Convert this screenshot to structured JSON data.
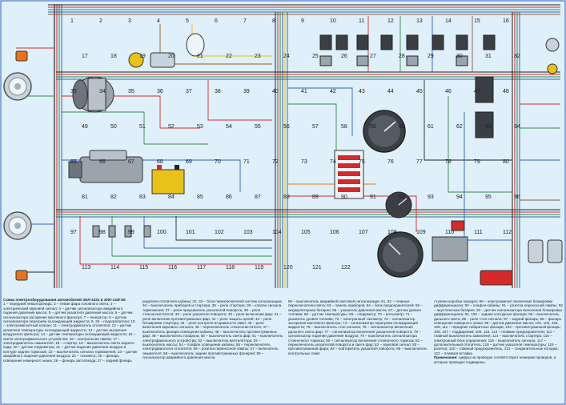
{
  "title": "Схема электрооборудования автомобилей ЗИЛ-4331 и ЗИЛ-133Г40:",
  "legend_col1": "1 – передний левый фонарь; 2 – левая фара головного света; 3 – электрический звуковой сигнал; 4 – датчик сигнализатора аварийного падения давления масла; 5 – датчик указателя давления масла; 6 – датчик сигнализатора засорения масляного фильтра; 7 – генератор; 8 – датчик сигнализатора перегрева охлаждающей жидкости; 9, 26 – подогреватели; 10 – электромагнитный клапан; 11 – электродвигатель отопителя; 12 – датчик указателя температуры охлаждающей жидкости; 13 – датчик засорения воздушного фильтра; 14 – датчик температуры охлаждающей жидкости; 15 – свечи электрофакельного устройства; 16 – контрольная лампа; 17 – электродвигатель омывателя; 18 – стартер; 19 – выключатель света заднего хода; 20 – датчик спидометра; 21 – датчик падения давления воздуха в контуре задних тормозов; 22 – выключатель сигнала торможения; 23 – датчик аварийного падения давления воздуха; 24 – тахометр; 25 – фонарь освещения номерного знака; 26 – фонарь автопоезда; 27 – задний фонарь",
  "legend_col2": "родителя отопителя кабины; 32, 33 – блок переключателей систем сигнализации; 34 – выключатель приборов и стартера; 35 – реле стартера; 36 – клапан сигнала торможения; 37 – реле-прерыватель указателей поворота; 38 – реле стеклоочистителя; 39 – реле указателя поворота; 40 – реле включения фар; 41 – реле включения противотуманных фар; 42 – реле защиты цепей; 43 – реле блокировки стартера; 44 – реле контроля исправности ламп; 45 – реле включения звукового сигнала; 46 – переключатель стеклоочистителя; 47 – выключатель фонаря освещения кабины; 48 – выключатель противотуманных фар; 49 – выключатель плафона; 50 – выключатель света фар; 51 – выключатель электрофакельного устройства; 52 – выключатель вентилятора; 53 – выключатель массы; 54 – плафон освещения кабины; 55 – переключатель электродвигателя отопителя; 56 – розетка переносной лампы; 57 – включатель омывателя; 58 – выключатель задних противотуманных фонарей; 59 – сигнализатор аварийного давления масла",
  "legend_col3": "60 – выключатель аварийной световой сигнализации; 61, 62 – главные переключатели света; 63 – панель приборов; 64 – блок предохранителей; 65 – аккумуляторная батарея; 66 – указатель давления масла; 67 – датчик уровня топлива; 68 – датчик температуры; 69 – спидометр; 70 – вольтметр; 71 – указатель уровня топлива; 72 – электронный тахометр; 73 – сигнализатор засорения масляного фильтра; 74 – сигнализатор перегрева охлаждающей жидкости; 75 – выключатель стоп-сигнала; 76 – сигнализатор включения дальнего света фар; 77 – сигнализатор включения указателей поворота; 78 – сигнализатор падения давления воздуха; 79 – выключатель сигнализатора стояночного тормоза; 80 – сигнализатор включения стояночного тормоза; 81 – переключатель указателей поворота и света фар; 82 – звуковой сигнал; 83 – противотуманная фара; 84 – повторитель указателя поворота; 85 – выключатель контрольных ламп",
  "legend_col4": "ступени коробки передач; 89 – электромагнит включения блокировки дифференциала; 90 – плафон кабины; 91 – розетка переносной лампы; 92 – акустическая батарея; 93 – датчик сигнализатора включения блокировки дифференциала; 94, 100 – задние контурные фонари; 95 – выключатель дальнего света; 96 – реле стоп-сигнала; 97 – задний фонарь; 98 – фонарь освещения номерного знака; 99 – датчик давления масла; 101, 102, 103, 108, 111 – передние габаритные фонари; 104 – противотуманный фонарь; 106, 107 – подфарники; 109, 110, 113 – плавкие предохранители; 112 – главный выключатель зажигания; 114 – выключатель стартера; 115 – электронный блок управления; 116 – выключатель сигнала; 117 – дополнительный отопитель; 118 – датчик указателя температуры; 119 – розетка; 120 – главный предохранитель; 121 – соединительные колодки; 122 – плавкая вставка",
  "note_label": "Примечание:",
  "note_text": "цифры на проводах соответствуют номерам проводов, и которые проводах подведены.",
  "colors": {
    "background": "#dff0fb",
    "wire_red": "#d42a2a",
    "wire_green": "#2e8b3e",
    "wire_blue": "#2f5fb8",
    "wire_black": "#222222",
    "wire_brown": "#8a5a2b",
    "wire_yellow": "#e8c21b",
    "wire_orange": "#e8731f",
    "component_grey": "#9aa4ad",
    "dark_component": "#3b3f44",
    "lamp_chrome": "#c7d3dc"
  },
  "component_labels": [
    "1",
    "2",
    "3",
    "4",
    "5",
    "6",
    "7",
    "8",
    "9",
    "10",
    "11",
    "12",
    "13",
    "14",
    "15",
    "16",
    "17",
    "18",
    "19",
    "20",
    "21",
    "22",
    "23",
    "24",
    "25",
    "26",
    "27",
    "28",
    "29",
    "30",
    "31",
    "32",
    "33",
    "34",
    "35",
    "36",
    "37",
    "38",
    "39",
    "40",
    "41",
    "42",
    "43",
    "44",
    "45",
    "46",
    "47",
    "48",
    "49",
    "50",
    "51",
    "52",
    "53",
    "54",
    "55",
    "56",
    "57",
    "58",
    "59",
    "60",
    "61",
    "62",
    "63",
    "64",
    "65",
    "66",
    "67",
    "68",
    "69",
    "70",
    "71",
    "72",
    "73",
    "74",
    "75",
    "76",
    "77",
    "78",
    "79",
    "80",
    "81",
    "82",
    "83",
    "84",
    "85",
    "86",
    "87",
    "88",
    "89",
    "90",
    "91",
    "92",
    "93",
    "94",
    "95",
    "96",
    "97",
    "98",
    "99",
    "100",
    "101",
    "102",
    "103",
    "104",
    "105",
    "106",
    "107",
    "108",
    "109",
    "110",
    "111",
    "112",
    "113",
    "114",
    "115",
    "116",
    "117",
    "118",
    "119",
    "120",
    "121",
    "122"
  ]
}
